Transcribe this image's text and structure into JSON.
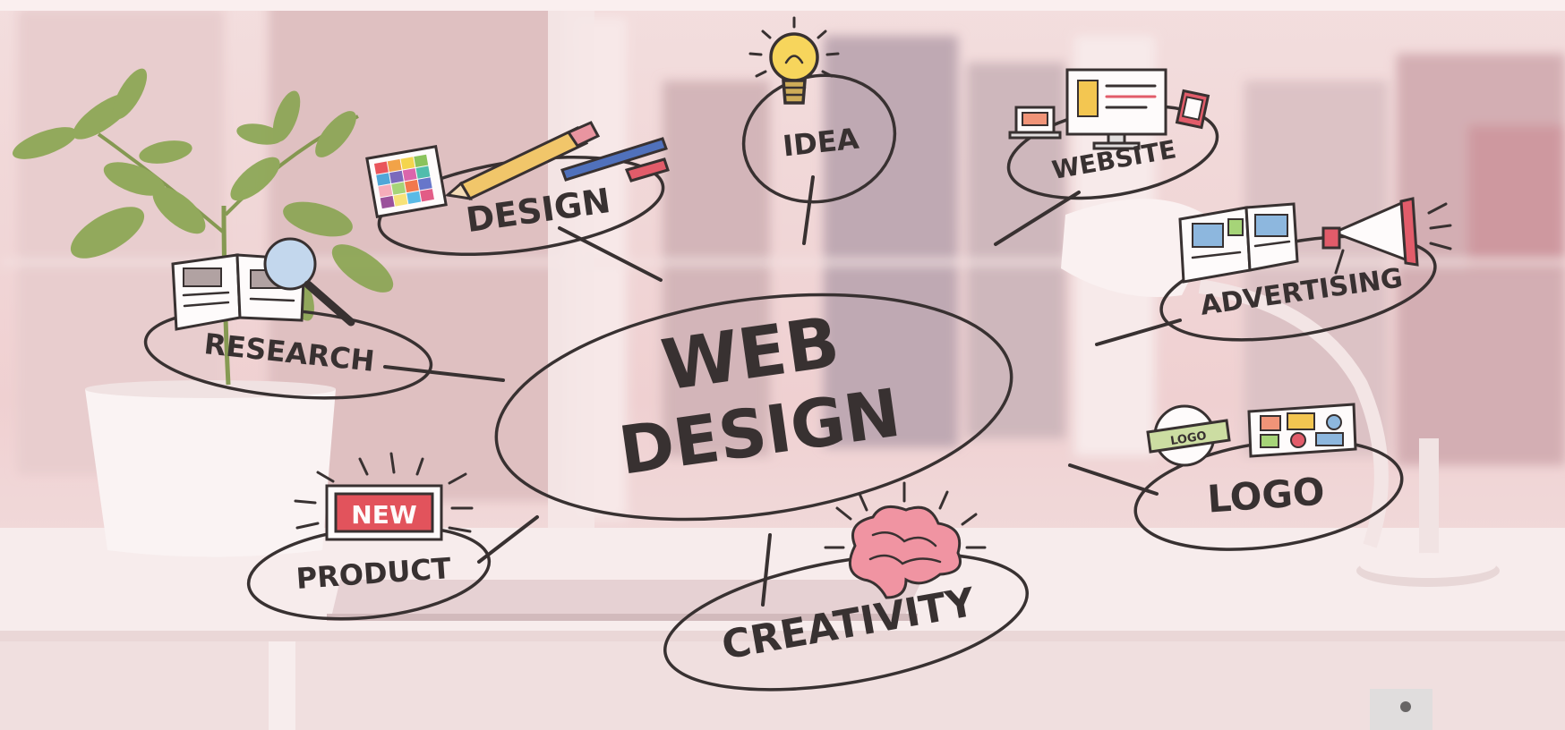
{
  "central_topic": {
    "line1": "WEB",
    "line2": "DESIGN"
  },
  "topics": {
    "idea": "IDEA",
    "design": "DESIGN",
    "website": "WEBSITE",
    "research": "RESEARCH",
    "advertising": "ADVERTISING",
    "logo": "LOGO",
    "product": "PRODUCT",
    "creativity": "CREATIVITY"
  },
  "stickers": {
    "new_badge": "NEW",
    "logo_ribbon": "LOGO"
  },
  "colors": {
    "overlay": "#f6dcdc",
    "ink": "#1e1a1a",
    "badge_red": "#e0404a",
    "brain_pink": "#f08a9a",
    "bulb_yellow": "#f7d44a",
    "leaf_green": "#6f9a3a"
  }
}
